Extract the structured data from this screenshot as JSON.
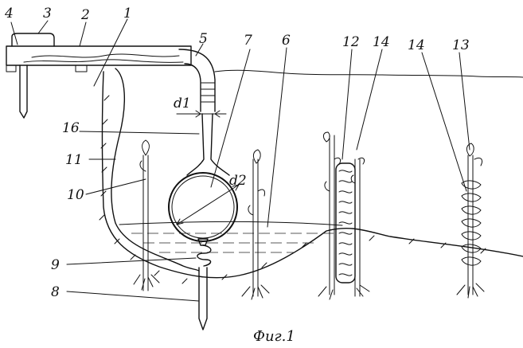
{
  "labels": {
    "l1": "1",
    "l2": "2",
    "l3": "3",
    "l4": "4",
    "l5": "5",
    "l6": "6",
    "l7": "7",
    "l8": "8",
    "l9": "9",
    "l10": "10",
    "l11": "11",
    "l12": "12",
    "l13": "13",
    "l14a": "14",
    "l14b": "14",
    "l16": "16",
    "d1": "d1",
    "d2": "d2"
  },
  "caption": "Фиг.1"
}
